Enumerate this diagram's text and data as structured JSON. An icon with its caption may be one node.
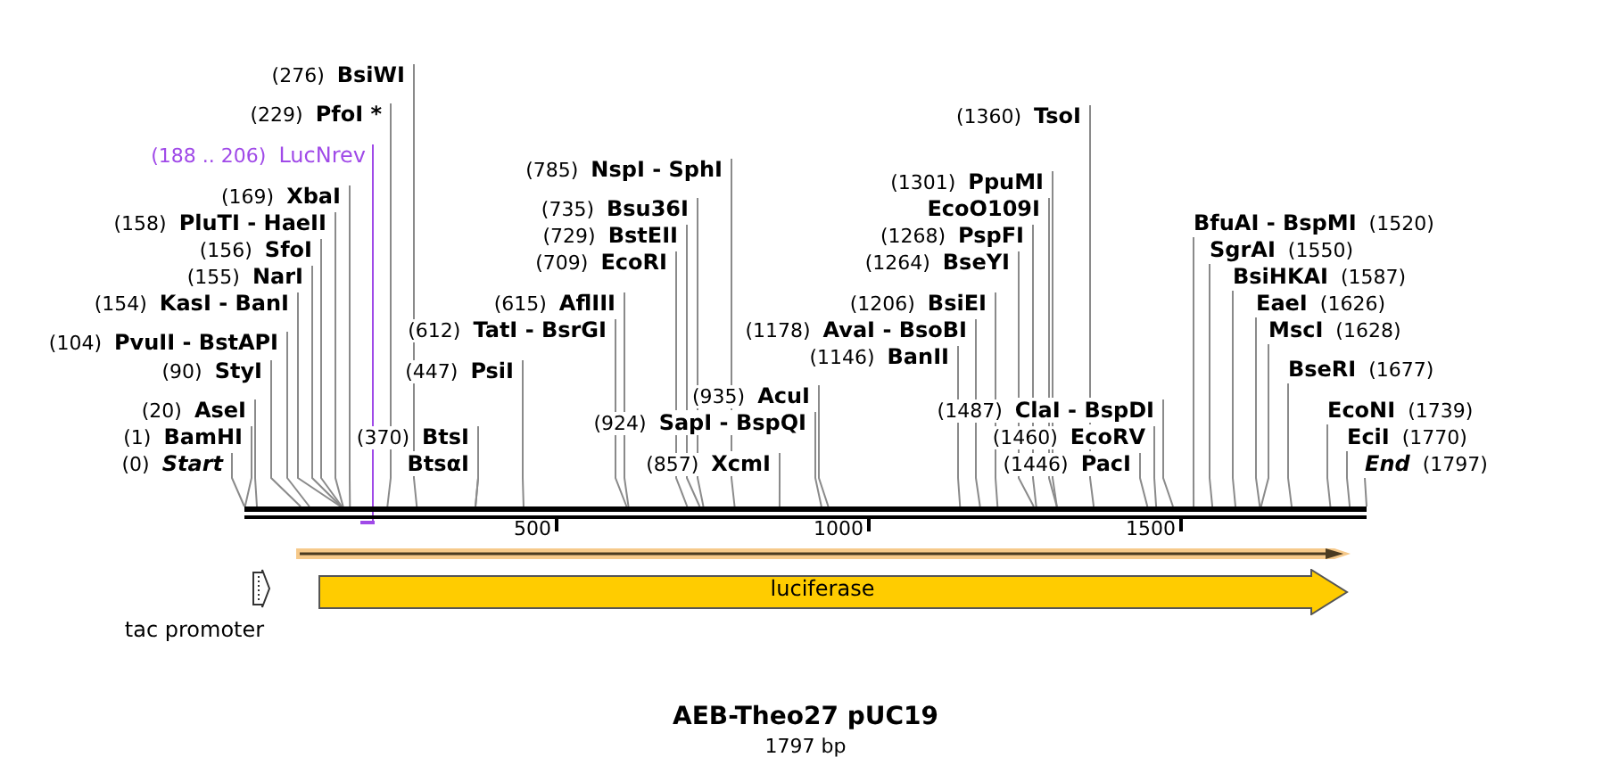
{
  "diagram": {
    "title": "AEB-Theo27 pUC19",
    "caption": "1797 bp",
    "nodes": [
      {
        "text": [
          "(276)",
          "BsiWI"
        ]
      },
      {
        "text": [
          "(229)",
          "PfoI *"
        ]
      },
      {
        "text": [
          "(188 .. 206)",
          "LucNrev"
        ]
      },
      {
        "text": [
          "(1360)",
          "TsoI"
        ]
      },
      {
        "text": [
          "(785)",
          "NspI - SphI"
        ]
      },
      {
        "text": [
          "(1301)",
          "PpuMI"
        ]
      },
      {
        "text": [
          "(169)",
          "XbaI"
        ]
      },
      {
        "text": [
          "EcoO109I"
        ]
      },
      {
        "text": [
          "(735)",
          "Bsu36I"
        ]
      },
      {
        "text": [
          "(158)",
          "PluTI - HaeII"
        ]
      },
      {
        "text": [
          "BfuAI - BspMI",
          "(1520)"
        ]
      },
      {
        "text": [
          "(729)",
          "BstEII"
        ]
      },
      {
        "text": [
          "(1268)",
          "PspFI"
        ]
      },
      {
        "text": [
          "(156)",
          "SfoI"
        ]
      },
      {
        "text": [
          "SgrAI",
          "(1550)"
        ]
      },
      {
        "text": [
          "(709)",
          "EcoRI"
        ]
      },
      {
        "text": [
          "(1264)",
          "BseYI"
        ]
      },
      {
        "text": [
          "(155)",
          "NarI"
        ]
      },
      {
        "text": [
          "BsiHKAI",
          "(1587)"
        ]
      },
      {
        "text": [
          "(154)",
          "KasI - BanI"
        ]
      },
      {
        "text": [
          "(615)",
          "AflIII"
        ]
      },
      {
        "text": [
          "(1206)",
          "BsiEI"
        ]
      },
      {
        "text": [
          "EaeI",
          "(1626)"
        ]
      },
      {
        "text": [
          "(612)",
          "TatI - BsrGI"
        ]
      },
      {
        "text": [
          "(1178)",
          "AvaI - BsoBI"
        ]
      },
      {
        "text": [
          "MscI",
          "(1628)"
        ]
      },
      {
        "text": [
          "(104)",
          "PvuII - BstAPI"
        ]
      },
      {
        "text": [
          "(1146)",
          "BanII"
        ]
      },
      {
        "text": [
          "BseRI",
          "(1677)"
        ]
      },
      {
        "text": [
          "(90)",
          "StyI"
        ]
      },
      {
        "text": [
          "(447)",
          "PsiI"
        ]
      },
      {
        "text": [
          "(935)",
          "AcuI"
        ]
      },
      {
        "text": [
          "(20)",
          "AseI"
        ]
      },
      {
        "text": [
          "(1487)",
          "ClaI - BspDI"
        ]
      },
      {
        "text": [
          "EcoNI",
          "(1739)"
        ]
      },
      {
        "text": [
          "(924)",
          "SapI - BspQI"
        ]
      },
      {
        "text": [
          "(1)",
          "BamHI"
        ]
      },
      {
        "text": [
          "(370)",
          "BtsI"
        ]
      },
      {
        "text": [
          "(1460)",
          "EcoRV"
        ]
      },
      {
        "text": [
          "EciI",
          "(1770)"
        ]
      },
      {
        "text": [
          "(0)",
          "Start"
        ]
      },
      {
        "text": [
          "BtsαI"
        ]
      },
      {
        "text": [
          "(857)",
          "XcmI"
        ]
      },
      {
        "text": [
          "(1446)",
          "PacI"
        ]
      },
      {
        "text": [
          "End",
          "(1797)"
        ]
      },
      {
        "text": [],
        "shape": "bar"
      },
      {
        "text": [],
        "shape": "bar"
      },
      {
        "text": [
          "luciferase"
        ]
      },
      {
        "text": [
          "tac promoter"
        ]
      }
    ],
    "edges": [
      {
        "from": 0,
        "to": 45,
        "arrow": "none"
      },
      {
        "from": 1,
        "to": 45,
        "arrow": "none"
      },
      {
        "from": 2,
        "to": 46,
        "arrow": "none",
        "color": "#a04ae8"
      },
      {
        "from": 3,
        "to": 45,
        "arrow": "none"
      },
      {
        "from": 4,
        "to": 45,
        "arrow": "none"
      },
      {
        "from": 5,
        "to": 45,
        "arrow": "none"
      },
      {
        "from": 6,
        "to": 45,
        "arrow": "none"
      },
      {
        "from": 7,
        "to": 45,
        "arrow": "none"
      },
      {
        "from": 8,
        "to": 45,
        "arrow": "none"
      },
      {
        "from": 9,
        "to": 45,
        "arrow": "none"
      },
      {
        "from": 10,
        "to": 45,
        "arrow": "none"
      },
      {
        "from": 11,
        "to": 45,
        "arrow": "none"
      },
      {
        "from": 12,
        "to": 45,
        "arrow": "none"
      },
      {
        "from": 13,
        "to": 45,
        "arrow": "none"
      },
      {
        "from": 14,
        "to": 45,
        "arrow": "none"
      },
      {
        "from": 15,
        "to": 45,
        "arrow": "none"
      },
      {
        "from": 16,
        "to": 45,
        "arrow": "none"
      },
      {
        "from": 17,
        "to": 45,
        "arrow": "none"
      },
      {
        "from": 18,
        "to": 45,
        "arrow": "none"
      },
      {
        "from": 19,
        "to": 45,
        "arrow": "none"
      },
      {
        "from": 20,
        "to": 45,
        "arrow": "none"
      },
      {
        "from": 21,
        "to": 45,
        "arrow": "none"
      },
      {
        "from": 22,
        "to": 45,
        "arrow": "none"
      },
      {
        "from": 23,
        "to": 45,
        "arrow": "none"
      },
      {
        "from": 24,
        "to": 45,
        "arrow": "none"
      },
      {
        "from": 25,
        "to": 45,
        "arrow": "none"
      },
      {
        "from": 26,
        "to": 45,
        "arrow": "none"
      },
      {
        "from": 27,
        "to": 45,
        "arrow": "none"
      },
      {
        "from": 28,
        "to": 45,
        "arrow": "none"
      },
      {
        "from": 29,
        "to": 45,
        "arrow": "none"
      },
      {
        "from": 30,
        "to": 45,
        "arrow": "none"
      },
      {
        "from": 31,
        "to": 45,
        "arrow": "none"
      },
      {
        "from": 32,
        "to": 45,
        "arrow": "none"
      },
      {
        "from": 33,
        "to": 45,
        "arrow": "none"
      },
      {
        "from": 34,
        "to": 45,
        "arrow": "none"
      },
      {
        "from": 35,
        "to": 45,
        "arrow": "none"
      },
      {
        "from": 36,
        "to": 45,
        "arrow": "none"
      },
      {
        "from": 37,
        "to": 45,
        "arrow": "none"
      },
      {
        "from": 38,
        "to": 45,
        "arrow": "none"
      },
      {
        "from": 39,
        "to": 45,
        "arrow": "none"
      },
      {
        "from": 40,
        "to": 45,
        "arrow": "none"
      },
      {
        "from": 41,
        "to": 45,
        "arrow": "none"
      },
      {
        "from": 42,
        "to": 45,
        "arrow": "none"
      },
      {
        "from": 43,
        "to": 45,
        "arrow": "none"
      },
      {
        "from": 44,
        "to": 45,
        "arrow": "none"
      }
    ],
    "labels": [
      "500",
      "1000",
      "1500"
    ]
  }
}
